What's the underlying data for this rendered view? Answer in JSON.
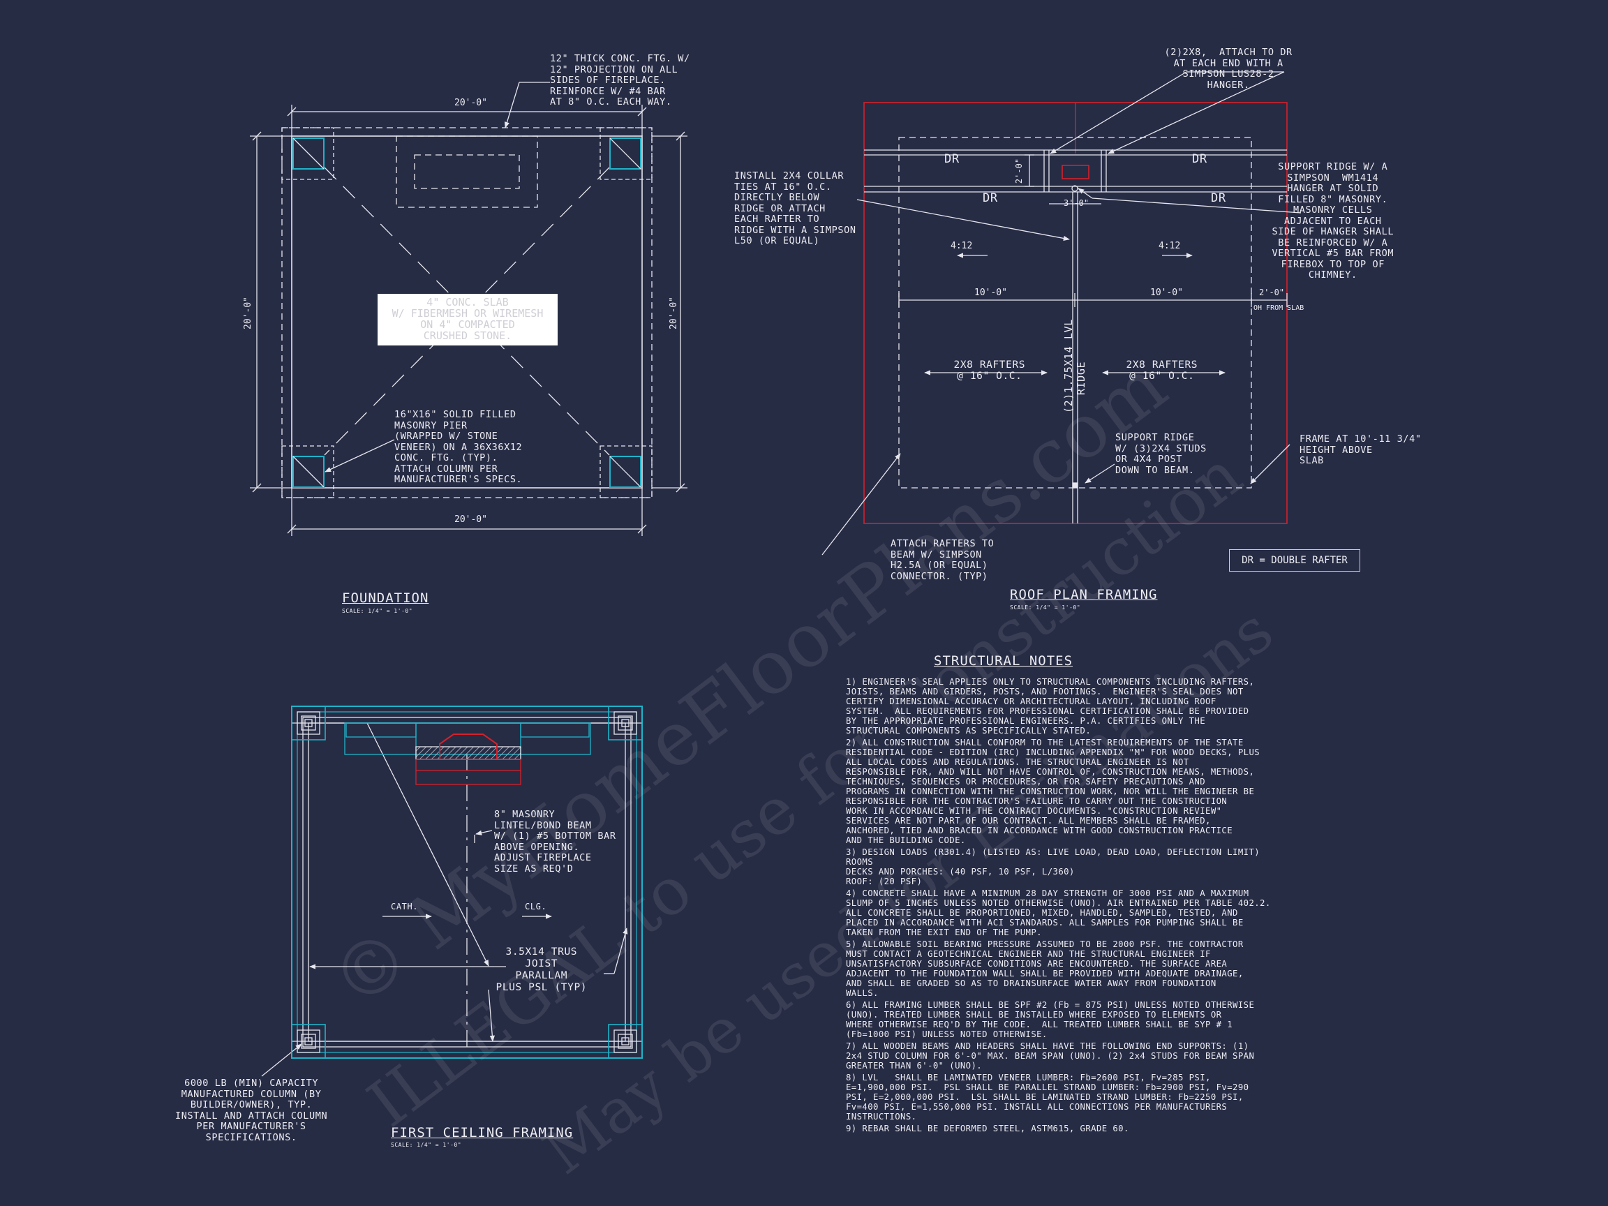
{
  "foundation": {
    "title": "FOUNDATION",
    "scale": "SCALE: 1/4\" = 1'-0\"",
    "dim_top": "20'-0\"",
    "dim_bottom": "20'-0\"",
    "dim_left": "20'-0\"",
    "dim_right": "20'-0\"",
    "footing_note": "12\" THICK CONC. FTG. W/\n12\" PROJECTION ON ALL\nSIDES OF FIREPLACE.\nREINFORCE W/ #4 BAR\nAT 8\" O.C. EACH WAY.",
    "slab_note": "4\" CONC. SLAB\nW/ FIBERMESH OR WIREMESH\nON 4\" COMPACTED\nCRUSHED STONE.",
    "pier_note": "16\"X16\" SOLID FILLED\nMASONRY PIER\n(WRAPPED W/ STONE\nVENEER) ON A 36X36X12\nCONC. FTG. (TYP).\nATTACH COLUMN PER\nMANUFACTURER'S SPECS."
  },
  "roof": {
    "title": "ROOF PLAN FRAMING",
    "scale": "SCALE: 1/4\" = 1'-0\"",
    "hanger_note": "(2)2X8,  ATTACH TO DR\nAT EACH END WITH A\nSIMPSON LUS28-2\nHANGER.",
    "collar_note": "INSTALL 2X4 COLLAR\nTIES AT 16\" O.C.\nDIRECTLY BELOW\nRIDGE OR ATTACH\nEACH RAFTER TO\nRIDGE WITH A SIMPSON\nL50 (OR EQUAL)",
    "support_note": "SUPPORT RIDGE W/ A\nSIMPSON  WM1414\nHANGER AT SOLID\nFILLED 8\" MASONRY.\nMASONRY CELLS\nADJACENT TO EACH\nSIDE OF HANGER SHALL\nBE REINFORCED W/ A\nVERTICAL #5 BAR FROM\nFIREBOX TO TOP OF\nCHIMNEY.",
    "dr_labels": [
      "DR",
      "DR",
      "DR",
      "DR"
    ],
    "dim_2": "2'-0\"",
    "dim_3": "3'-0\"",
    "pitch_left": "4:12",
    "pitch_right": "4:12",
    "dim_10_left": "10'-0\"",
    "dim_10_right": "10'-0\"",
    "dim_oh": "2'-0\"",
    "oh_label": "OH FROM SLAB",
    "rafters_left": "2X8 RAFTERS\n@ 16\" O.C.",
    "rafters_right": "2X8 RAFTERS\n@ 16\" O.C.",
    "ridge_label": "(2)1.75X14 LVL\nRIDGE",
    "post_note": "SUPPORT RIDGE\nW/ (3)2X4 STUDS\nOR 4X4 POST\nDOWN TO BEAM.",
    "frame_note": "FRAME AT 10'-11 3/4\"\nHEIGHT ABOVE\nSLAB",
    "attach_note": "ATTACH RAFTERS TO\nBEAM W/ SIMPSON\nH2.5A (OR EQUAL)\nCONNECTOR. (TYP)",
    "legend": "DR = DOUBLE RAFTER"
  },
  "ceiling": {
    "title": "FIRST CEILING FRAMING",
    "scale": "SCALE: 1/4\" = 1'-0\"",
    "lintel_note": "8\" MASONRY\nLINTEL/BOND BEAM\nW/ (1) #5 BOTTOM BAR\nABOVE OPENING.\nADJUST FIREPLACE\nSIZE AS REQ'D",
    "cath": "CATH.",
    "clg": "CLG.",
    "joist_note": "3.5X14 TRUS\nJOIST\nPARALLAM\nPLUS PSL (TYP)",
    "column_note": "6000 LB (MIN) CAPACITY\nMANUFACTURED COLUMN (BY\nBUILDER/OWNER), TYP.\nINSTALL AND ATTACH COLUMN\nPER MANUFACTURER'S\nSPECIFICATIONS."
  },
  "notes": {
    "title": "STRUCTURAL NOTES",
    "items": [
      "1) ENGINEER'S SEAL APPLIES ONLY TO STRUCTURAL COMPONENTS INCLUDING RAFTERS,\nJOISTS, BEAMS AND GIRDERS, POSTS, AND FOOTINGS.  ENGINEER'S SEAL DOES NOT\nCERTIFY DIMENSIONAL ACCURACY OR ARCHITECTURAL LAYOUT, INCLUDING ROOF\nSYSTEM.  ALL REQUIREMENTS FOR PROFESSIONAL CERTIFICATION SHALL BE PROVIDED\nBY THE APPROPRIATE PROFESSIONAL ENGINEERS. P.A. CERTIFIES ONLY THE\nSTRUCTURAL COMPONENTS AS SPECIFICALLY STATED.",
      "2) ALL CONSTRUCTION SHALL CONFORM TO THE LATEST REQUIREMENTS OF THE STATE\nRESIDENTIAL CODE - EDITION (IRC) INCLUDING APPENDIX \"M\" FOR WOOD DECKS, PLUS\nALL LOCAL CODES AND REGULATIONS. THE STRUCTURAL ENGINEER IS NOT\nRESPONSIBLE FOR, AND WILL NOT HAVE CONTROL OF, CONSTRUCTION MEANS, METHODS,\nTECHNIQUES, SEQUENCES OR PROCEDURES, OR FOR SAFETY PRECAUTIONS AND\nPROGRAMS IN CONNECTION WITH THE CONSTRUCTION WORK, NOR WILL THE ENGINEER BE\nRESPONSIBLE FOR THE CONTRACTOR'S FAILURE TO CARRY OUT THE CONSTRUCTION\nWORK IN ACCORDANCE WITH THE CONTRACT DOCUMENTS. \"CONSTRUCTION REVIEW\"\nSERVICES ARE NOT PART OF OUR CONTRACT. ALL MEMBERS SHALL BE FRAMED,\nANCHORED, TIED AND BRACED IN ACCORDANCE WITH GOOD CONSTRUCTION PRACTICE\nAND THE BUILDING CODE.",
      "3) DESIGN LOADS (R301.4) (LISTED AS: LIVE LOAD, DEAD LOAD, DEFLECTION LIMIT)\nROOMS\nDECKS AND PORCHES: (40 PSF, 10 PSF, L/360)\nROOF: (20 PSF)",
      "4) CONCRETE SHALL HAVE A MINIMUM 28 DAY STRENGTH OF 3000 PSI AND A MAXIMUM\nSLUMP OF 5 INCHES UNLESS NOTED OTHERWISE (UNO). AIR ENTRAINED PER TABLE 402.2.\nALL CONCRETE SHALL BE PROPORTIONED, MIXED, HANDLED, SAMPLED, TESTED, AND\nPLACED IN ACCORDANCE WITH ACI STANDARDS. ALL SAMPLES FOR PUMPING SHALL BE\nTAKEN FROM THE EXIT END OF THE PUMP.",
      "5) ALLOWABLE SOIL BEARING PRESSURE ASSUMED TO BE 2000 PSF. THE CONTRACTOR\nMUST CONTACT A GEOTECHNICAL ENGINEER AND THE STRUCTURAL ENGINEER IF\nUNSATISFACTORY SUBSURFACE CONDITIONS ARE ENCOUNTERED. THE SURFACE AREA\nADJACENT TO THE FOUNDATION WALL SHALL BE PROVIDED WITH ADEQUATE DRAINAGE,\nAND SHALL BE GRADED SO AS TO DRAINSURFACE WATER AWAY FROM FOUNDATION\nWALLS.",
      "6) ALL FRAMING LUMBER SHALL BE SPF #2 (Fb = 875 PSI) UNLESS NOTED OTHERWISE\n(UNO). TREATED LUMBER SHALL BE INSTALLED WHERE EXPOSED TO ELEMENTS OR\nWHERE OTHERWISE REQ'D BY THE CODE.  ALL TREATED LUMBER SHALL BE SYP # 1\n(Fb=1000 PSI) UNLESS NOTED OTHERWISE.",
      "7) ALL WOODEN BEAMS AND HEADERS SHALL HAVE THE FOLLOWING END SUPPORTS: (1)\n2x4 STUD COLUMN FOR 6'-0\" MAX. BEAM SPAN (UNO). (2) 2x4 STUDS FOR BEAM SPAN\nGREATER THAN 6'-0\" (UNO).",
      "8) LVL   SHALL BE LAMINATED VENEER LUMBER: Fb=2600 PSI, Fv=285 PSI,\nE=1,900,000 PSI.  PSL SHALL BE PARALLEL STRAND LUMBER: Fb=2900 PSI, Fv=290\nPSI, E=2,000,000 PSI.  LSL SHALL BE LAMINATED STRAND LUMBER: Fb=2250 PSI,\nFv=400 PSI, E=1,550,000 PSI. INSTALL ALL CONNECTIONS PER MANUFACTURERS\nINSTRUCTIONS.",
      "9) REBAR SHALL BE DEFORMED STEEL, ASTM615, GRADE 60."
    ]
  },
  "watermark": {
    "line1": "© MyHomeFloorPlans.com",
    "line2": "ILLEGAL to use for Construction",
    "line3": "May be used for Estimations"
  },
  "colors": {
    "background": "#272c45",
    "linework": "#e6e6ee",
    "red": "#d6202a",
    "cyan": "#1fb3c9"
  }
}
